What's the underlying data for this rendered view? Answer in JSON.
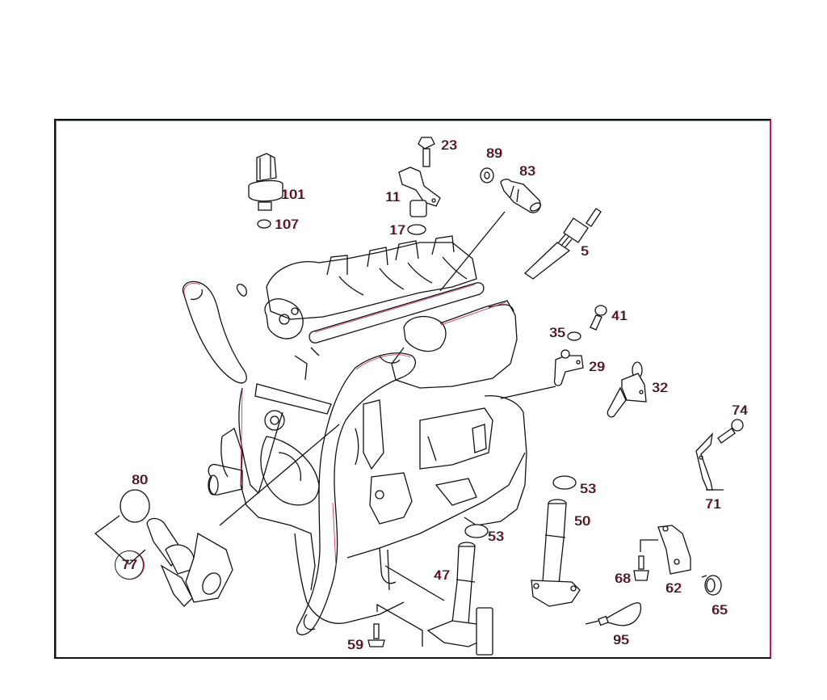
{
  "diagram": {
    "type": "exploded-parts-diagram",
    "subject": "diesel engine sensors and fittings",
    "line_color": "#111111",
    "fringe_color": "#d0204a",
    "frame_color_right": "#c2185b",
    "background": "#ffffff"
  },
  "callouts": {
    "c101": "101",
    "c107": "107",
    "c23": "23",
    "c11": "11",
    "c17": "17",
    "c89": "89",
    "c83": "83",
    "c5": "5",
    "c41": "41",
    "c35": "35",
    "c29": "29",
    "c32": "32",
    "c74": "74",
    "c71": "71",
    "c53a": "53",
    "c50": "50",
    "c53b": "53",
    "c47": "47",
    "c68": "68",
    "c62": "62",
    "c65": "65",
    "c95": "95",
    "c59": "59",
    "c80": "80",
    "c77": "77"
  }
}
